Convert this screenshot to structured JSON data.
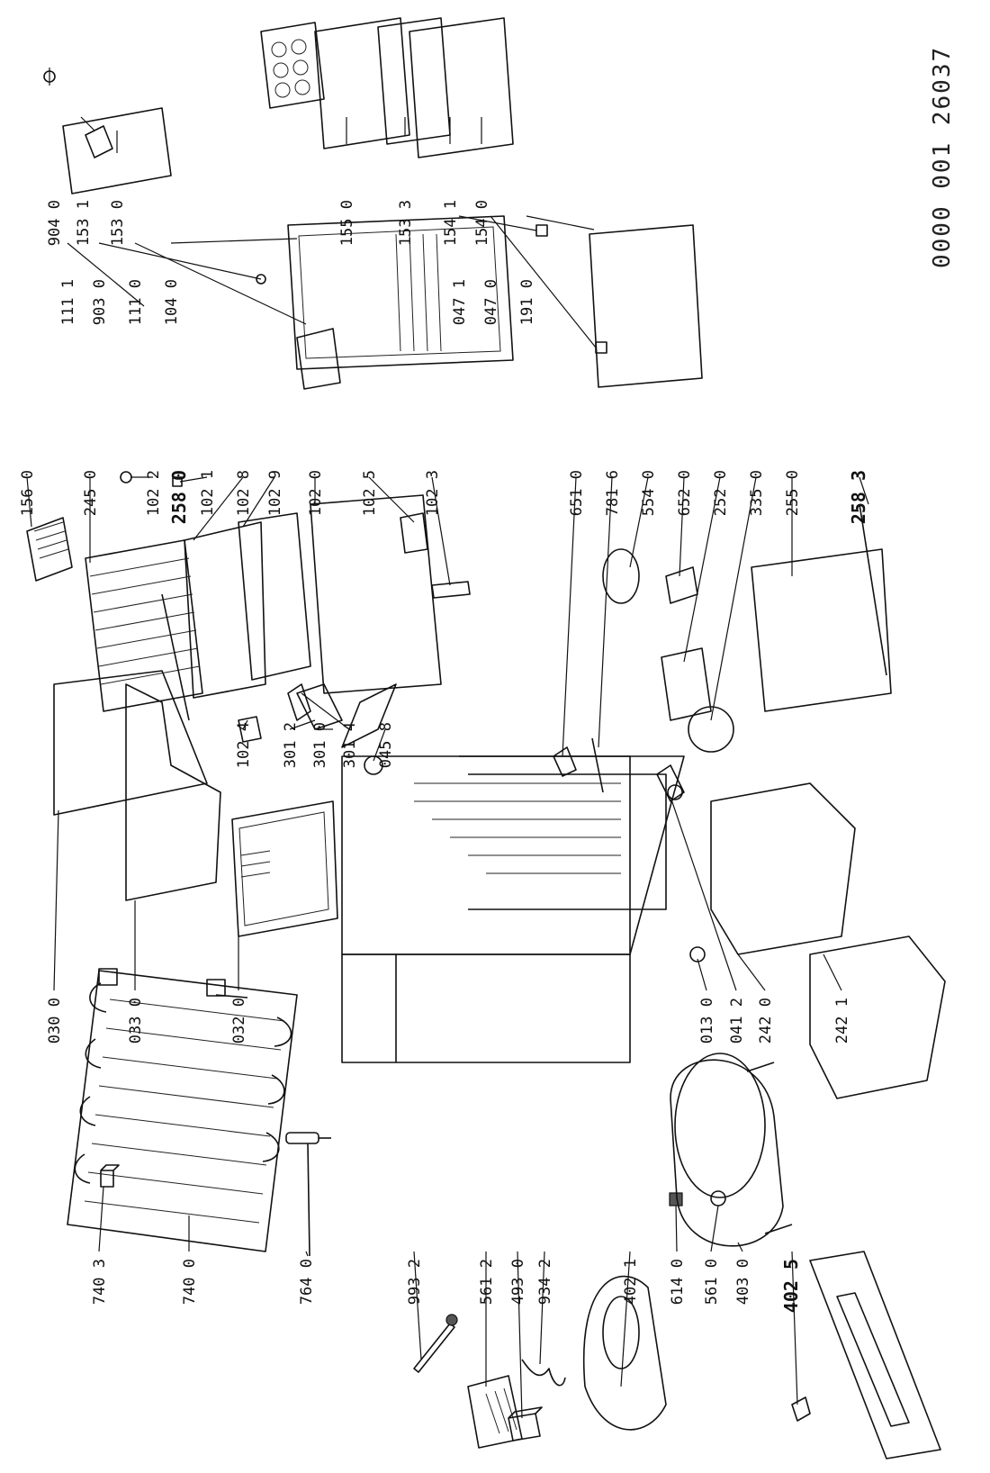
{
  "document_number": "0000 001 26037",
  "labels": [
    {
      "id": "904-0",
      "text": "904 0"
    },
    {
      "id": "153-1",
      "text": "153 1"
    },
    {
      "id": "153-0",
      "text": "153 0"
    },
    {
      "id": "155-0",
      "text": "155 0"
    },
    {
      "id": "153-3",
      "text": "153 3"
    },
    {
      "id": "154-1",
      "text": "154 1"
    },
    {
      "id": "154-0",
      "text": "154 0"
    },
    {
      "id": "111-1",
      "text": "111 1"
    },
    {
      "id": "903-0",
      "text": "903 0"
    },
    {
      "id": "111-0",
      "text": "111 0"
    },
    {
      "id": "104-0",
      "text": "104 0"
    },
    {
      "id": "047-1",
      "text": "047 1"
    },
    {
      "id": "047-0",
      "text": "047 0"
    },
    {
      "id": "191-0",
      "text": "191 0"
    },
    {
      "id": "156-0",
      "text": "156 0"
    },
    {
      "id": "245-0",
      "text": "245 0"
    },
    {
      "id": "102-2",
      "text": "102 2"
    },
    {
      "id": "258-0",
      "text": "258 0",
      "bold": true
    },
    {
      "id": "102-1",
      "text": "102 1"
    },
    {
      "id": "102-8",
      "text": "102 8"
    },
    {
      "id": "102-9",
      "text": "102 9"
    },
    {
      "id": "102-0",
      "text": "102 0"
    },
    {
      "id": "102-5",
      "text": "102 5"
    },
    {
      "id": "102-3",
      "text": "102 3"
    },
    {
      "id": "651-0",
      "text": "651 0"
    },
    {
      "id": "781-6",
      "text": "781 6"
    },
    {
      "id": "554-0",
      "text": "554 0"
    },
    {
      "id": "652-0",
      "text": "652 0"
    },
    {
      "id": "252-0",
      "text": "252 0"
    },
    {
      "id": "335-0",
      "text": "335 0"
    },
    {
      "id": "255-0",
      "text": "255 0"
    },
    {
      "id": "258-3",
      "text": "258 3",
      "bold": true
    },
    {
      "id": "102-4",
      "text": "102 4"
    },
    {
      "id": "301-2",
      "text": "301 2"
    },
    {
      "id": "301-0",
      "text": "301 0"
    },
    {
      "id": "301-4",
      "text": "301 4"
    },
    {
      "id": "045-8",
      "text": "045 8"
    },
    {
      "id": "030-0",
      "text": "030 0"
    },
    {
      "id": "033-0",
      "text": "033 0"
    },
    {
      "id": "032-0",
      "text": "032 0"
    },
    {
      "id": "013-0",
      "text": "013 0"
    },
    {
      "id": "041-2",
      "text": "041 2"
    },
    {
      "id": "242-0",
      "text": "242 0"
    },
    {
      "id": "242-1",
      "text": "242 1"
    },
    {
      "id": "740-3",
      "text": "740 3"
    },
    {
      "id": "740-0",
      "text": "740 0"
    },
    {
      "id": "764-0",
      "text": "764 0"
    },
    {
      "id": "993-2",
      "text": "993 2"
    },
    {
      "id": "561-2",
      "text": "561 2"
    },
    {
      "id": "493-0",
      "text": "493 0"
    },
    {
      "id": "934-2",
      "text": "934 2"
    },
    {
      "id": "402-1",
      "text": "402 1"
    },
    {
      "id": "614-0",
      "text": "614 0"
    },
    {
      "id": "561-0",
      "text": "561 0"
    },
    {
      "id": "403-0",
      "text": "403 0"
    },
    {
      "id": "402-5",
      "text": "402 5",
      "bold": true
    }
  ]
}
